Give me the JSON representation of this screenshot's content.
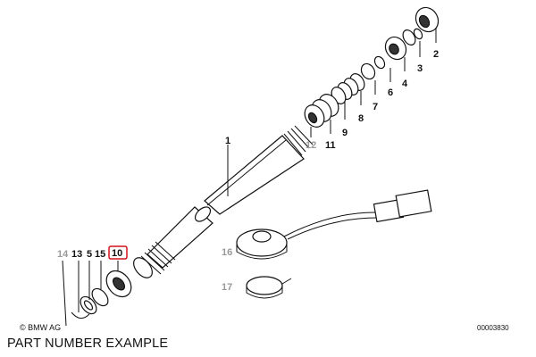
{
  "labels": {
    "p1": "1",
    "p2": "2",
    "p3": "3",
    "p4": "4",
    "p5": "5",
    "p6": "6",
    "p7": "7",
    "p8": "8",
    "p9": "9",
    "p10": "10",
    "p11": "11",
    "p12": "12",
    "p13": "13",
    "p14": "14",
    "p15": "15",
    "p16": "16",
    "p17": "17"
  },
  "copyright": "© BMW AG",
  "diagram_code": "00003830",
  "caption": "PART NUMBER EXAMPLE",
  "colors": {
    "highlight": "#d0141c",
    "line": "#111111",
    "muted": "#9a9a9a"
  }
}
